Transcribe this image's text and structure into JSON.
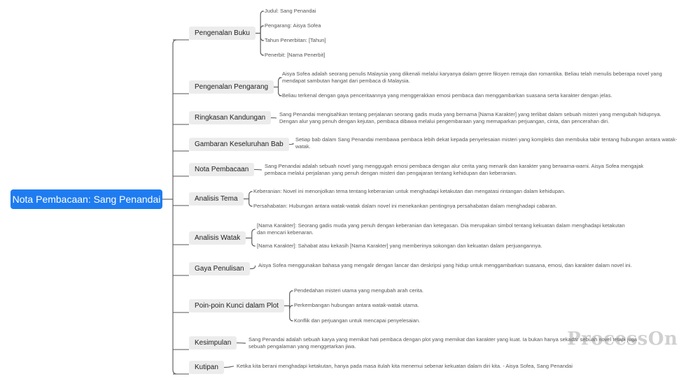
{
  "root": {
    "label": "Nota Pembacaan: Sang Penandai"
  },
  "colors": {
    "root": "#1f7cf0",
    "branch": "#ececec",
    "line": "#555555"
  },
  "branches": [
    {
      "label": "Pengenalan Buku",
      "items": [
        "Judul: Sang Penandai",
        "Pengarang: Aisya Sofea",
        "Tahun Penerbitan: [Tahun]",
        "Penerbit: [Nama Penerbit]"
      ]
    },
    {
      "label": "Pengenalan Pengarang",
      "items": [
        "Aisya Sofea adalah seorang penulis Malaysia yang dikenali melalui karyanya dalam genre fiksyen remaja dan romantika. Beliau telah menulis beberapa novel yang mendapat sambutan hangat dari pembaca di Malaysia.",
        "Beliau terkenal dengan gaya penceritaannya yang menggerakkan emosi pembaca dan menggambarkan suasana serta karakter dengan jelas."
      ]
    },
    {
      "label": "Ringkasan Kandungan",
      "items": [
        "Sang Penandai mengisahkan tentang perjalanan seorang gadis muda yang bernama [Nama Karakter] yang terlibat dalam sebuah misteri yang mengubah hidupnya. Dengan alur yang penuh dengan kejutan, pembaca dibawa melalui pengembaraan yang memaparkan perjuangan, cinta, dan pencerahan diri."
      ]
    },
    {
      "label": "Gambaran Keseluruhan Bab",
      "items": [
        "Setiap bab dalam Sang Penandai membawa pembaca lebih dekat kepada penyelesaian misteri yang kompleks dan membuka tabir tentang hubungan antara watak-watak."
      ]
    },
    {
      "label": "Nota Pembacaan",
      "items": [
        "Sang Penandai adalah sebuah novel yang menggugah emosi pembaca dengan alur cerita yang menarik dan karakter yang berwarna-warni. Aisya Sofea mengajak pembaca melalui perjalanan yang penuh dengan misteri dan pengajaran tentang kehidupan dan keberanian."
      ]
    },
    {
      "label": "Analisis Tema",
      "items": [
        "Keberanian: Novel ini menonjolkan tema tentang keberanian untuk menghadapi ketakutan dan mengatasi rintangan dalam kehidupan.",
        "Persahabatan: Hubungan antara watak-watak dalam novel ini menekankan pentingnya persahabatan dalam menghadapi cabaran."
      ]
    },
    {
      "label": "Analisis Watak",
      "items": [
        "[Nama Karakter]: Seorang gadis muda yang penuh dengan keberanian dan ketegasan. Dia merupakan simbol tentang kekuatan dalam menghadapi ketakutan dan mencari kebenaran.",
        "[Nama Karakter]: Sahabat atau kekasih [Nama Karakter] yang memberinya sokongan dan kekuatan dalam perjuangannya."
      ]
    },
    {
      "label": "Gaya Penulisan",
      "items": [
        "Aisya Sofea menggunakan bahasa yang mengalir dengan lancar dan deskripsi yang hidup untuk menggambarkan suasana, emosi, dan karakter dalam novel ini."
      ]
    },
    {
      "label": "Poin-poin Kunci dalam Plot",
      "items": [
        "Pendedahan misteri utama yang mengubah arah cerita.",
        "Perkembangan hubungan antara watak-watak utama.",
        "Konflik dan perjuangan untuk mencapai penyelesaian."
      ]
    },
    {
      "label": "Kesimpulan",
      "items": [
        "Sang Penandai adalah sebuah karya yang memikat hati pembaca dengan plot yang memikat dan karakter yang kuat. Ia bukan hanya sekadar sebuah novel tetapi juga sebuah pengalaman yang menggetarkan jiwa."
      ]
    },
    {
      "label": "Kutipan",
      "items": [
        "Ketika kita berani menghadapi ketakutan, hanya pada masa itulah kita menemui sebenar kekuatan dalam diri kita. - Aisya Sofea, Sang Penandai"
      ]
    }
  ],
  "watermark": "ProcessOn"
}
